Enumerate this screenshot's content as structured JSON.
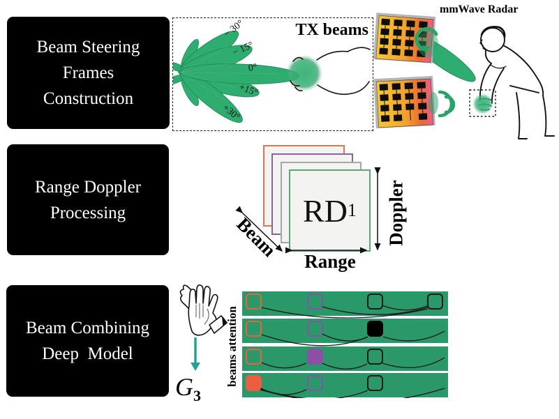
{
  "boxes": {
    "step1": {
      "lines": [
        "Beam Steering",
        "Frames",
        "Construction"
      ]
    },
    "step2": {
      "lines": [
        "Range Doppler",
        "Processing"
      ]
    },
    "step3": {
      "lines": [
        "Beam Combining",
        "Deep  Model"
      ]
    }
  },
  "tx_panel": {
    "title": "TX beams",
    "beam_labels": [
      "− 30°",
      "− 15°",
      "0°",
      "+15°",
      "+30°"
    ],
    "beam_color": "#2fad70"
  },
  "radar_panel": {
    "title": "mmWave Radar"
  },
  "rd_stack": {
    "front_label": "RD",
    "front_sub": "1",
    "axis_range": "Range",
    "axis_doppler": "Doppler",
    "axis_beam": "Beam",
    "frame_border_colors": [
      "#e8734a",
      "#8e5fa8",
      "#a6a6a6",
      "#5ba675"
    ]
  },
  "gesture": {
    "label": "G",
    "sub": "3",
    "arrow_color": "#26a295"
  },
  "attention": {
    "label": "beams attention",
    "bar_color": "#2a9868",
    "rows": [
      {
        "squares": [
          {
            "color": "#e8623f",
            "filled": false
          },
          {
            "color": "#8b51a8",
            "filled": false
          },
          {
            "color": "#1a1a1a",
            "filled": false
          },
          {
            "color": "#1a1a1a",
            "filled": false
          }
        ]
      },
      {
        "squares": [
          {
            "color": "#e8623f",
            "filled": false
          },
          {
            "color": "#8b51a8",
            "filled": false
          },
          {
            "color": "#000000",
            "filled": true
          }
        ]
      },
      {
        "squares": [
          {
            "color": "#e8623f",
            "filled": false
          },
          {
            "color": "#8b4fa5",
            "filled": true
          },
          {
            "color": "#1a1a1a",
            "filled": false
          }
        ]
      },
      {
        "squares": [
          {
            "color": "#ea5e44",
            "filled": true
          },
          {
            "color": "#8b51a8",
            "filled": false
          },
          {
            "color": "#1a1a1a",
            "filled": false
          }
        ]
      }
    ]
  }
}
